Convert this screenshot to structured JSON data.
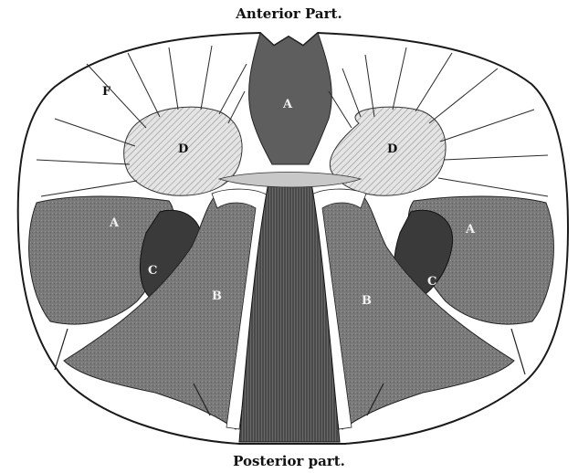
{
  "captions": {
    "top": "Anterior Part.",
    "bottom": "Posterior part."
  },
  "labels": {
    "F": "F",
    "D": "D",
    "A": "A",
    "C": "C",
    "B": "B",
    "center": "A"
  },
  "colors": {
    "outline": "#1a1a1a",
    "grey_matter_dark": "#6f6f6f",
    "grey_matter_mid": "#8a8a8a",
    "posterior_column": "#555555",
    "white_matter": "#ffffff",
    "anterior_horn_fill": "#d7d7d7"
  }
}
